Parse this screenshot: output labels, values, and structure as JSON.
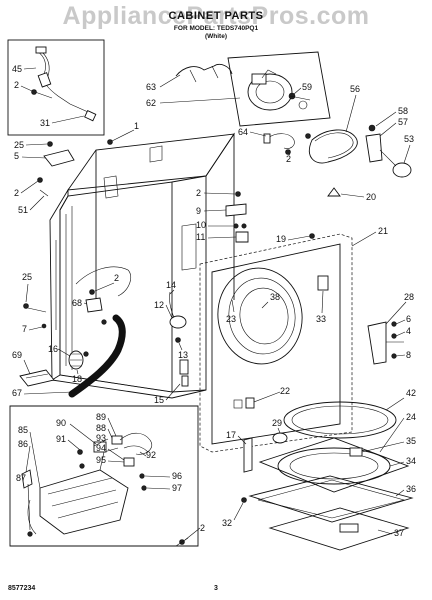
{
  "header": {
    "watermark": "AppliancePartsPros.com",
    "title": "CABINET PARTS",
    "model": "FOR MODEL: TEDS740PQ1",
    "color": "(White)"
  },
  "footer": {
    "part_number": "8577234",
    "page_number": "3"
  },
  "callouts": {
    "c45": "45",
    "c2a": "2",
    "c31": "31",
    "c63": "63",
    "c62": "62",
    "c59": "59",
    "c56": "56",
    "c58": "58",
    "c57": "57",
    "c53": "53",
    "c1": "1",
    "c5": "5",
    "c25a": "25",
    "c64": "64",
    "c2b": "2",
    "c20": "20",
    "c2c": "2",
    "c51": "51",
    "c2d": "2",
    "c9": "9",
    "c10": "10",
    "c11": "11",
    "c19": "19",
    "c21": "21",
    "c25b": "25",
    "c2e": "2",
    "c68": "68",
    "c14": "14",
    "c12": "12",
    "c23": "23",
    "c38": "38",
    "c33": "33",
    "c28": "28",
    "c6": "6",
    "c7": "7",
    "c13": "13",
    "c8": "8",
    "c16": "16",
    "c69": "69",
    "c18": "18",
    "c67": "67",
    "c15": "15",
    "c22": "22",
    "c42": "42",
    "c90": "90",
    "c89": "89",
    "c88": "88",
    "c85": "85",
    "c93": "93",
    "c94": "94",
    "c91": "91",
    "c92": "92",
    "c95": "95",
    "c86": "86",
    "c96": "96",
    "c97": "97",
    "c87": "87",
    "c17": "17",
    "c29": "29",
    "c24": "24",
    "c35": "35",
    "c34": "34",
    "c36": "36",
    "c2f": "2",
    "c32": "32",
    "c37": "37",
    "c4": "4"
  }
}
